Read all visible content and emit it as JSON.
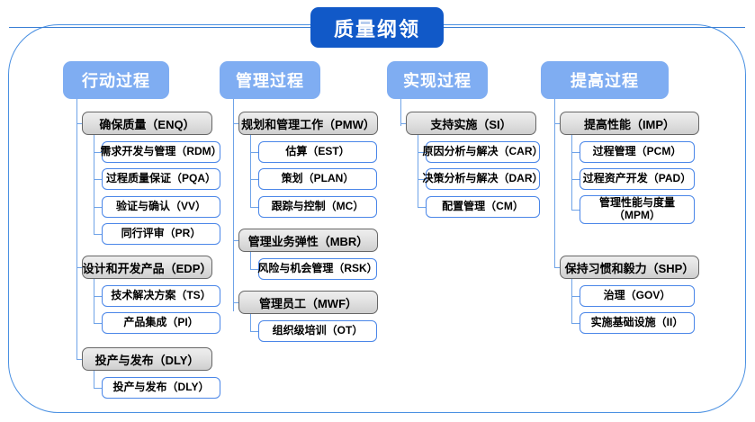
{
  "title": "质量纲领",
  "columns": [
    {
      "header": "行动过程",
      "groups": [
        {
          "label": "确保质量（ENQ）",
          "items": [
            "需求开发与管理（RDM）",
            "过程质量保证（PQA）",
            "验证与确认（VV）",
            "同行评审（PR）"
          ]
        },
        {
          "label": "设计和开发产品（EDP）",
          "items": [
            "技术解决方案（TS）",
            "产品集成（PI）"
          ]
        },
        {
          "label": "投产与发布（DLY）",
          "items": [
            "投产与发布（DLY）"
          ]
        }
      ]
    },
    {
      "header": "管理过程",
      "groups": [
        {
          "label": "规划和管理工作（PMW）",
          "items": [
            "估算（EST）",
            "策划（PLAN）",
            "跟踪与控制（MC）"
          ]
        },
        {
          "label": "管理业务弹性（MBR）",
          "items": [
            "风险与机会管理（RSK）"
          ]
        },
        {
          "label": "管理员工（MWF）",
          "items": [
            "组织级培训（OT）"
          ]
        }
      ]
    },
    {
      "header": "实现过程",
      "groups": [
        {
          "label": "支持实施（SI）",
          "items": [
            "原因分析与解决（CAR）",
            "决策分析与解决（DAR）",
            "配置管理（CM）"
          ]
        }
      ]
    },
    {
      "header": "提高过程",
      "groups": [
        {
          "label": "提高性能（IMP）",
          "items": [
            "过程管理（PCM）",
            "过程资产开发（PAD）",
            "管理性能与度量\n（MPM）"
          ]
        },
        {
          "label": "保持习惯和毅力（SHP）",
          "items": [
            "治理（GOV）",
            "实施基础设施（II）"
          ]
        }
      ]
    }
  ],
  "colors": {
    "title_bg": "#1159c8",
    "header_bg": "#7fadf2",
    "frame_border": "#4a90e2",
    "connector": "#6fa3e8",
    "group_border": "#666666",
    "leaf_border": "#4a86e8",
    "text": "#000000",
    "header_text": "#ffffff"
  }
}
